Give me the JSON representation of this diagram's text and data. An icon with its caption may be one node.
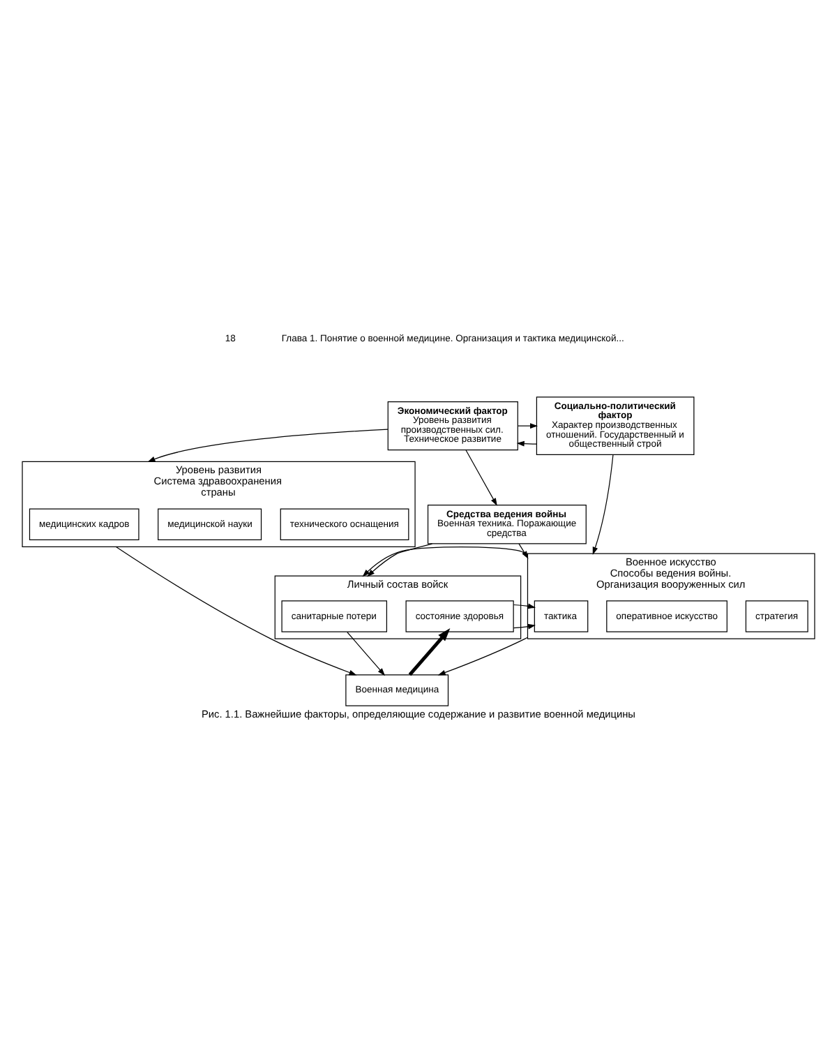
{
  "diagram": {
    "caption": "Рис. 1.1. Важнейшие факторы, определяющие содержание и развитие военной медицины",
    "nodes": [
      {
        "text": [
          "Экономический фактор",
          "Уровень развития производственных сил. Техническое развитие"
        ]
      },
      {
        "text": [
          "Социально-политический фактор",
          "Характер производственных отношений. Государственный и общественный строй"
        ]
      },
      {
        "text": [
          "Средства ведения войны",
          "Военная техника. Поражающие средства"
        ]
      },
      {
        "text": [
          "Уровень развития",
          "Система здравоохранения страны"
        ]
      },
      {
        "text": [
          "медицинских кадров"
        ],
        "in": 3
      },
      {
        "text": [
          "медицинской науки"
        ],
        "in": 3
      },
      {
        "text": [
          "технического оснащения"
        ],
        "in": 3
      },
      {
        "text": [
          "Личный состав войск"
        ]
      },
      {
        "text": [
          "санитарные потери"
        ],
        "in": 7
      },
      {
        "text": [
          "состояние здоровья"
        ],
        "in": 7
      },
      {
        "text": [
          "Военное искусство",
          "Способы ведения войны. Организация вооруженных сил"
        ]
      },
      {
        "text": [
          "тактика"
        ],
        "in": 10
      },
      {
        "text": [
          "оперативное искусство"
        ],
        "in": 10
      },
      {
        "text": [
          "стратегия"
        ],
        "in": 10
      },
      {
        "text": [
          "Военная медицина"
        ]
      }
    ],
    "edges": [
      {
        "from": 1,
        "to": 0,
        "arrow": "to"
      },
      {
        "from": 0,
        "to": 1,
        "arrow": "to"
      },
      {
        "from": 0,
        "to": 2,
        "arrow": "to"
      },
      {
        "from": 1,
        "to": 10,
        "arrow": "to"
      },
      {
        "from": 2,
        "to": 10,
        "arrow": "to"
      },
      {
        "from": 2,
        "to": 7,
        "arrow": "to"
      },
      {
        "from": 0,
        "to": 3,
        "arrow": "to"
      },
      {
        "from": 10,
        "to": 7,
        "arrow": "to"
      },
      {
        "from": 9,
        "to": 11,
        "arrow": "to"
      },
      {
        "from": 10,
        "to": 14,
        "arrow": "to"
      },
      {
        "from": 14,
        "to": 9,
        "arrow": "to",
        "style": "thick"
      },
      {
        "from": 8,
        "to": 14,
        "arrow": "to"
      },
      {
        "from": 3,
        "to": 14,
        "arrow": "to"
      }
    ],
    "labels": [
      "18",
      "Глава 1. Понятие о военной медицине. Организация и тактика медицинской..."
    ]
  }
}
